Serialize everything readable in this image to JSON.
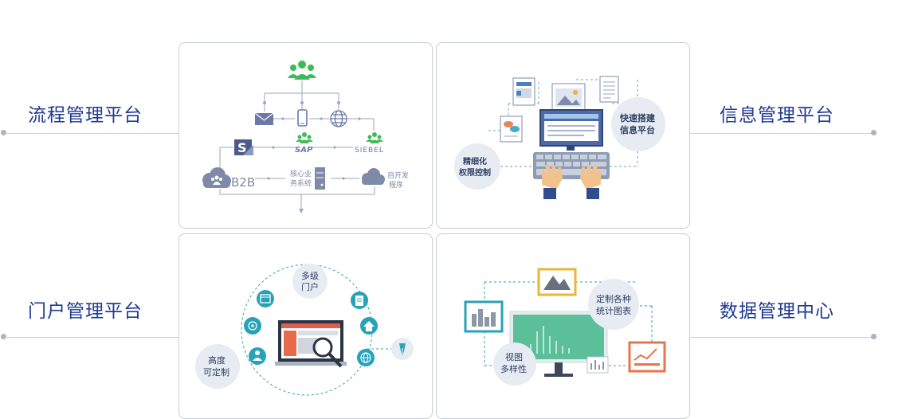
{
  "labels": {
    "process": "流程管理平台",
    "portal": "门户管理平台",
    "info": "信息管理平台",
    "data": "数据管理中心"
  },
  "process_panel": {
    "b2b": "B2B",
    "core_line1": "核心业",
    "core_line2": "务系统",
    "custom_line1": "自开发",
    "custom_line2": "程序",
    "sap": "SAP",
    "siebel": "SIEBEL"
  },
  "info_panel": {
    "fast_line1": "快速搭建",
    "fast_line2": "信息平台",
    "fine_line1": "精细化",
    "fine_line2": "权限控制"
  },
  "portal_panel": {
    "multi_line1": "多级",
    "multi_line2": "门户",
    "high_line1": "高度",
    "high_line2": "可定制"
  },
  "data_panel": {
    "stats_line1": "定制各种",
    "stats_line2": "统计图表",
    "view_line1": "视图",
    "view_line2": "多样性"
  },
  "colors": {
    "label": "#1f3a93",
    "green": "#3dbb57",
    "slate": "#7f8aa8",
    "teal": "#27a3b9",
    "bubble": "#e6ecf2"
  },
  "icons": [
    "group-icon",
    "mail-icon",
    "phone-icon",
    "globe-icon",
    "cloud-icon",
    "server-icon",
    "calendar-icon",
    "document-icon",
    "home-icon",
    "target-icon",
    "user-icon",
    "pen-icon",
    "magnifier-icon",
    "keyboard-icon",
    "hands-icon"
  ]
}
